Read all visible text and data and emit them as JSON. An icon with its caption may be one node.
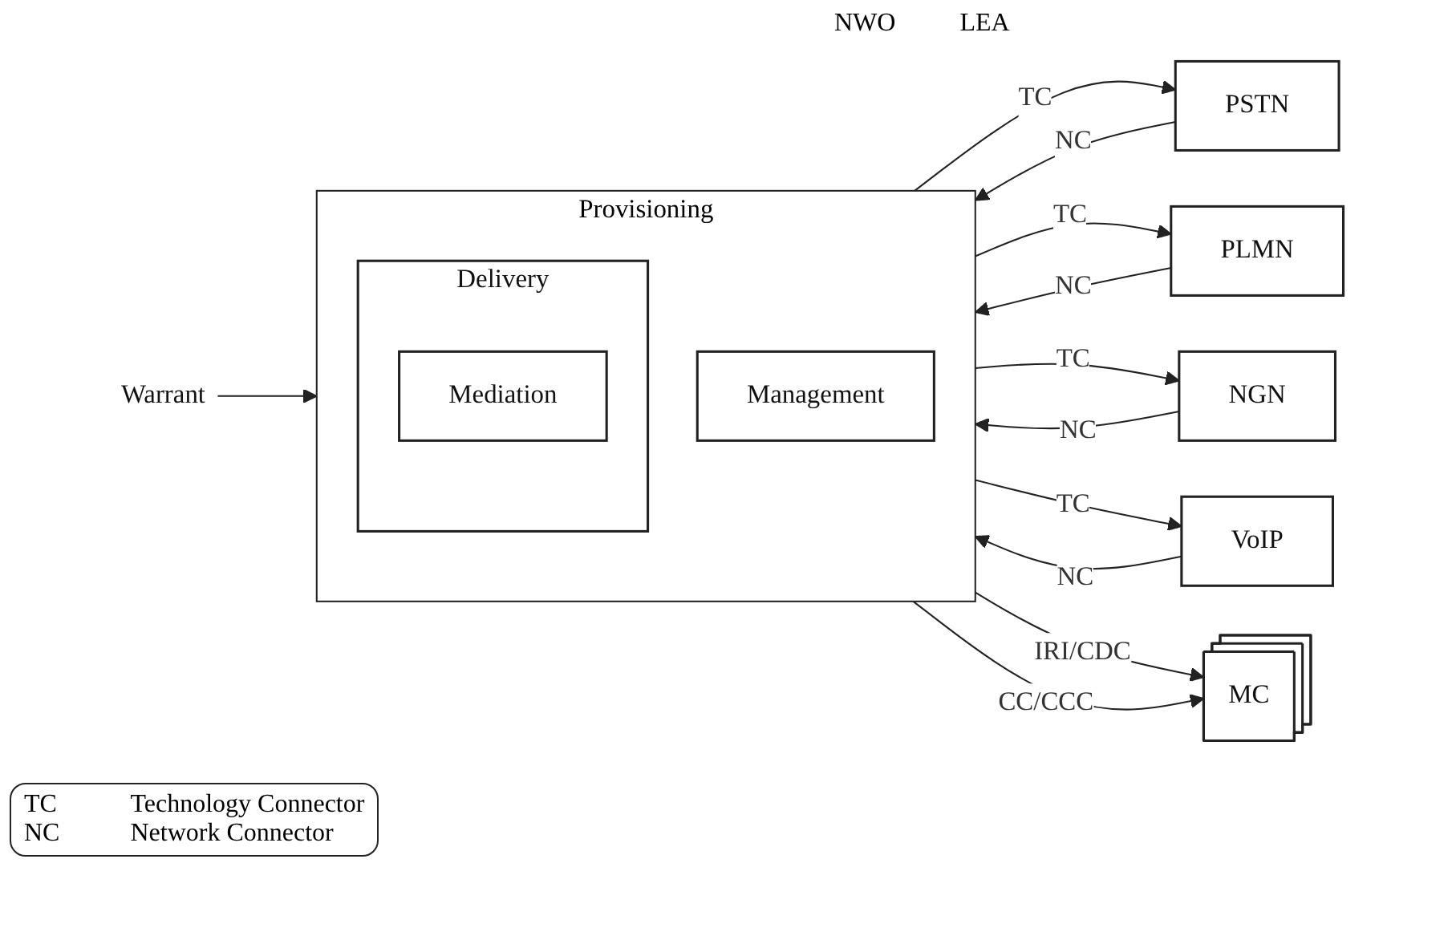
{
  "diagram": {
    "nodes": [
      {
        "text": [
          "PSTN"
        ]
      },
      {
        "text": [
          "PLMN"
        ]
      },
      {
        "text": [
          "NGN"
        ]
      },
      {
        "text": [
          "VoIP"
        ]
      },
      {
        "text": [
          "Provisioning"
        ]
      },
      {
        "text": [
          "Delivery"
        ],
        "in": 4
      },
      {
        "text": [
          "Mediation"
        ],
        "in": 5
      },
      {
        "text": [
          "Management"
        ],
        "in": 4
      },
      {
        "text": [
          "MC"
        ]
      },
      {
        "text": [
          "Warrant"
        ]
      }
    ],
    "edges": [
      {
        "from": 0,
        "to": 4,
        "arrow": "to",
        "label": "NC"
      },
      {
        "from": 4,
        "to": 0,
        "arrow": "to",
        "label": "TC"
      },
      {
        "from": 1,
        "to": 4,
        "arrow": "to",
        "label": "NC"
      },
      {
        "from": 4,
        "to": 1,
        "arrow": "to",
        "label": "TC"
      },
      {
        "from": 2,
        "to": 4,
        "arrow": "to",
        "label": "NC"
      },
      {
        "from": 4,
        "to": 2,
        "arrow": "to",
        "label": "TC"
      },
      {
        "from": 3,
        "to": 4,
        "arrow": "to",
        "label": "NC"
      },
      {
        "from": 4,
        "to": 3,
        "arrow": "to",
        "label": "TC"
      },
      {
        "from": 4,
        "to": 8,
        "arrow": "to",
        "label": "IRI/CDC"
      },
      {
        "from": 4,
        "to": 8,
        "arrow": "to",
        "label": "CC/CCC"
      },
      {
        "from": 9,
        "to": 4,
        "arrow": "to"
      }
    ],
    "labels": [
      "NWO",
      "LEA",
      "TC",
      "Technology Connector",
      "NC",
      "Network Connector"
    ]
  }
}
